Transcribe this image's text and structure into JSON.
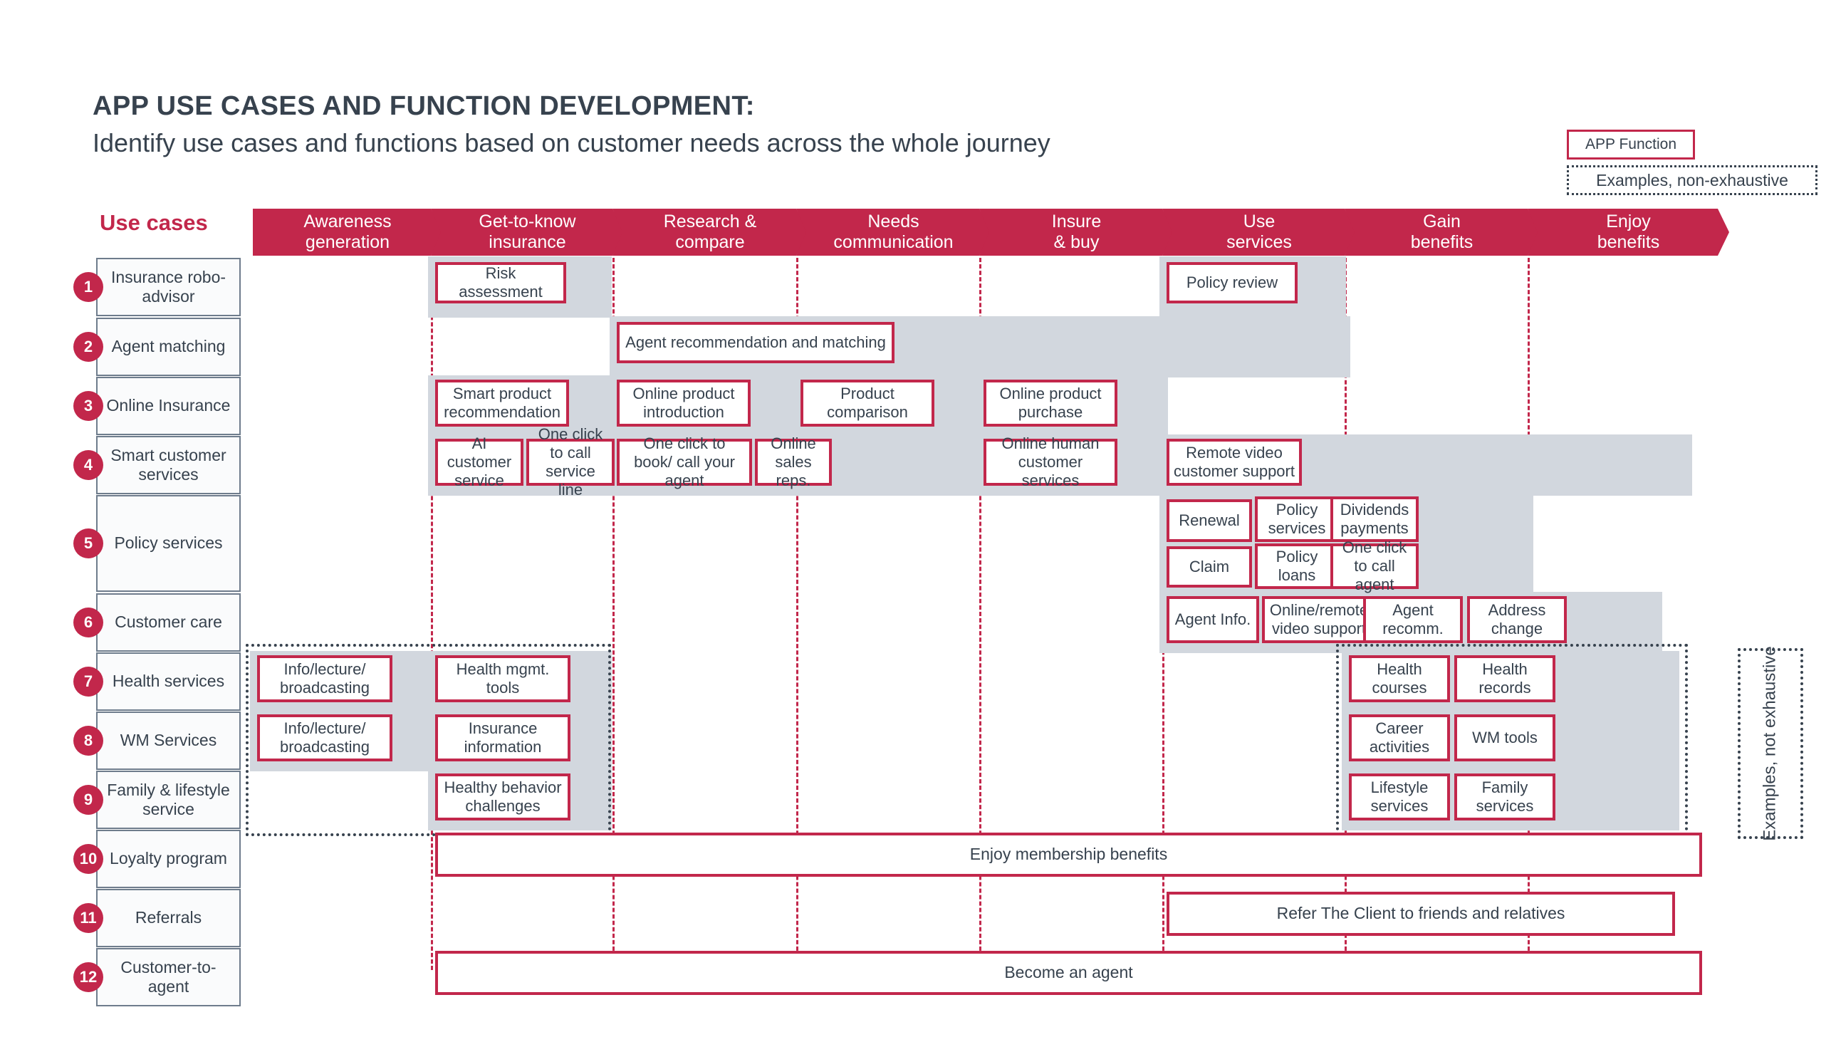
{
  "header": {
    "title": "APP USE CASES AND FUNCTION DEVELOPMENT:",
    "subtitle": "Identify use cases and functions based on customer needs across the whole journey",
    "usecases_label": "Use cases"
  },
  "legend": {
    "app_function": "APP Function",
    "examples": "Examples, non-exhaustive",
    "examples_vertical": "Examples, not exhaustive"
  },
  "colors": {
    "brand_red": "#C2274B",
    "text_dark": "#37424E",
    "band_grey": "#D2D7DE",
    "label_border": "#6E7C8C",
    "label_fill": "#FAFBFC"
  },
  "stages": [
    {
      "line1": "Awareness",
      "line2": "generation"
    },
    {
      "line1": "Get-to-know",
      "line2": "insurance"
    },
    {
      "line1": "Research &",
      "line2": "compare"
    },
    {
      "line1": "Needs",
      "line2": "communication"
    },
    {
      "line1": "Insure",
      "line2": "& buy"
    },
    {
      "line1": "Use",
      "line2": "services"
    },
    {
      "line1": "Gain",
      "line2": "benefits"
    },
    {
      "line1": "Enjoy",
      "line2": "benefits"
    }
  ],
  "use_cases": [
    {
      "num": "1",
      "label": "Insurance robo-advisor"
    },
    {
      "num": "2",
      "label": "Agent matching"
    },
    {
      "num": "3",
      "label": "Online Insurance"
    },
    {
      "num": "4",
      "label": "Smart customer services"
    },
    {
      "num": "5",
      "label": "Policy services"
    },
    {
      "num": "6",
      "label": "Customer care"
    },
    {
      "num": "7",
      "label": "Health services"
    },
    {
      "num": "8",
      "label": "WM Services"
    },
    {
      "num": "9",
      "label": "Family & lifestyle service"
    },
    {
      "num": "10",
      "label": "Loyalty program"
    },
    {
      "num": "11",
      "label": "Referrals"
    },
    {
      "num": "12",
      "label": "Customer-to-agent"
    }
  ],
  "functions": [
    {
      "id": "risk-assessment",
      "label": "Risk assessment",
      "row": 1,
      "stage": "Get-to-know insurance"
    },
    {
      "id": "policy-review",
      "label": "Policy review",
      "row": 1,
      "stage": "Use services"
    },
    {
      "id": "agent-recommendation",
      "label": "Agent recommendation and matching",
      "row": 2,
      "stage": "Research & compare"
    },
    {
      "id": "smart-product-recommendation",
      "label": "Smart product recommendation",
      "row": 3,
      "stage": "Get-to-know insurance"
    },
    {
      "id": "online-product-introduction",
      "label": "Online product introduction",
      "row": 3,
      "stage": "Research & compare"
    },
    {
      "id": "product-comparison",
      "label": "Product comparison",
      "row": 3,
      "stage": "Needs communication"
    },
    {
      "id": "online-product-purchase",
      "label": "Online product purchase",
      "row": 3,
      "stage": "Insure & buy"
    },
    {
      "id": "ai-customer-service",
      "label": "AI customer service",
      "row": 4,
      "stage": "Get-to-know insurance"
    },
    {
      "id": "one-click-service-line",
      "label": "One click to call service line",
      "row": 4,
      "stage": "Get-to-know insurance"
    },
    {
      "id": "one-click-book-agent",
      "label": "One click to book/ call your agent",
      "row": 4,
      "stage": "Research & compare"
    },
    {
      "id": "online-sales-reps",
      "label": "Online sales reps.",
      "row": 4,
      "stage": "Needs communication"
    },
    {
      "id": "online-human-cs",
      "label": "Online human customer services",
      "row": 4,
      "stage": "Insure & buy"
    },
    {
      "id": "remote-video-support",
      "label": "Remote video customer support",
      "row": 4,
      "stage": "Use services"
    },
    {
      "id": "renewal",
      "label": "Renewal",
      "row": 5,
      "stage": "Use services"
    },
    {
      "id": "policy-services",
      "label": "Policy services",
      "row": 5,
      "stage": "Use services"
    },
    {
      "id": "dividends-payments",
      "label": "Dividends payments",
      "row": 5,
      "stage": "Gain benefits"
    },
    {
      "id": "claim",
      "label": "Claim",
      "row": 5,
      "stage": "Use services"
    },
    {
      "id": "policy-loans",
      "label": "Policy loans",
      "row": 5,
      "stage": "Use services"
    },
    {
      "id": "one-click-call-agent",
      "label": "One click to call agent",
      "row": 5,
      "stage": "Gain benefits"
    },
    {
      "id": "agent-info",
      "label": "Agent Info.",
      "row": 6,
      "stage": "Use services"
    },
    {
      "id": "online-remote-video-support",
      "label": "Online/remote video support",
      "row": 6,
      "stage": "Use services"
    },
    {
      "id": "agent-recomm",
      "label": "Agent recomm.",
      "row": 6,
      "stage": "Gain benefits"
    },
    {
      "id": "address-change",
      "label": "Address change",
      "row": 6,
      "stage": "Gain benefits"
    },
    {
      "id": "info-lecture-broadcasting-7",
      "label": "Info/lecture/ broadcasting",
      "row": 7,
      "stage": "Awareness generation"
    },
    {
      "id": "health-mgmt-tools",
      "label": "Health mgmt. tools",
      "row": 7,
      "stage": "Get-to-know insurance"
    },
    {
      "id": "health-courses",
      "label": "Health courses",
      "row": 7,
      "stage": "Gain benefits"
    },
    {
      "id": "health-records",
      "label": "Health records",
      "row": 7,
      "stage": "Enjoy benefits"
    },
    {
      "id": "info-lecture-broadcasting-8",
      "label": "Info/lecture/ broadcasting",
      "row": 8,
      "stage": "Awareness generation"
    },
    {
      "id": "insurance-information",
      "label": "Insurance information",
      "row": 8,
      "stage": "Get-to-know insurance"
    },
    {
      "id": "career-activities",
      "label": "Career activities",
      "row": 8,
      "stage": "Gain benefits"
    },
    {
      "id": "wm-tools",
      "label": "WM tools",
      "row": 8,
      "stage": "Enjoy benefits"
    },
    {
      "id": "healthy-behavior-challenges",
      "label": "Healthy behavior challenges",
      "row": 9,
      "stage": "Get-to-know insurance"
    },
    {
      "id": "lifestyle-services",
      "label": "Lifestyle services",
      "row": 9,
      "stage": "Gain benefits"
    },
    {
      "id": "family-services",
      "label": "Family services",
      "row": 9,
      "stage": "Enjoy benefits"
    },
    {
      "id": "enjoy-membership-benefits",
      "label": "Enjoy membership benefits",
      "row": 10,
      "stage": "Get-to-know insurance → Enjoy benefits"
    },
    {
      "id": "refer-the-client",
      "label": "Refer The Client to friends and relatives",
      "row": 11,
      "stage": "Use services → Enjoy benefits"
    },
    {
      "id": "become-an-agent",
      "label": "Become an agent",
      "row": 12,
      "stage": "Get-to-know insurance → Enjoy benefits"
    }
  ]
}
